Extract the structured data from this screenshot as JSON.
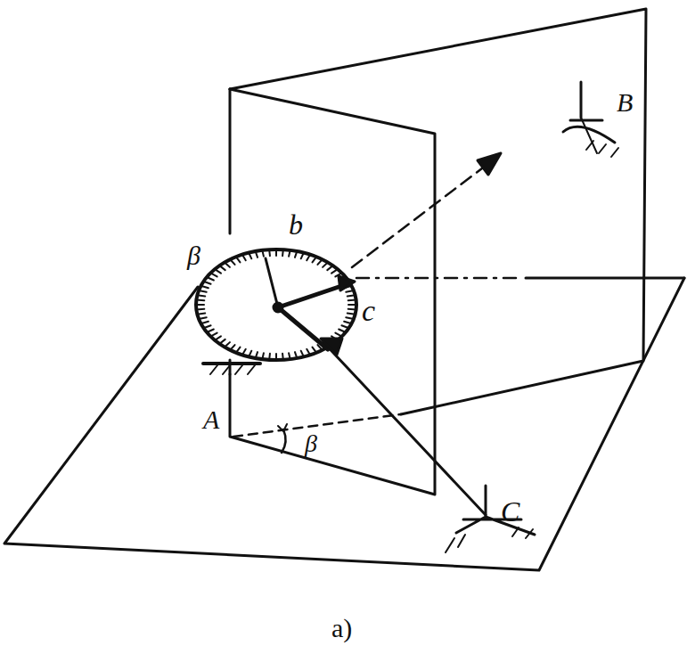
{
  "diagram": {
    "labels": [
      "β",
      "b",
      "B",
      "c",
      "A",
      "β",
      "C",
      "a)"
    ]
  }
}
